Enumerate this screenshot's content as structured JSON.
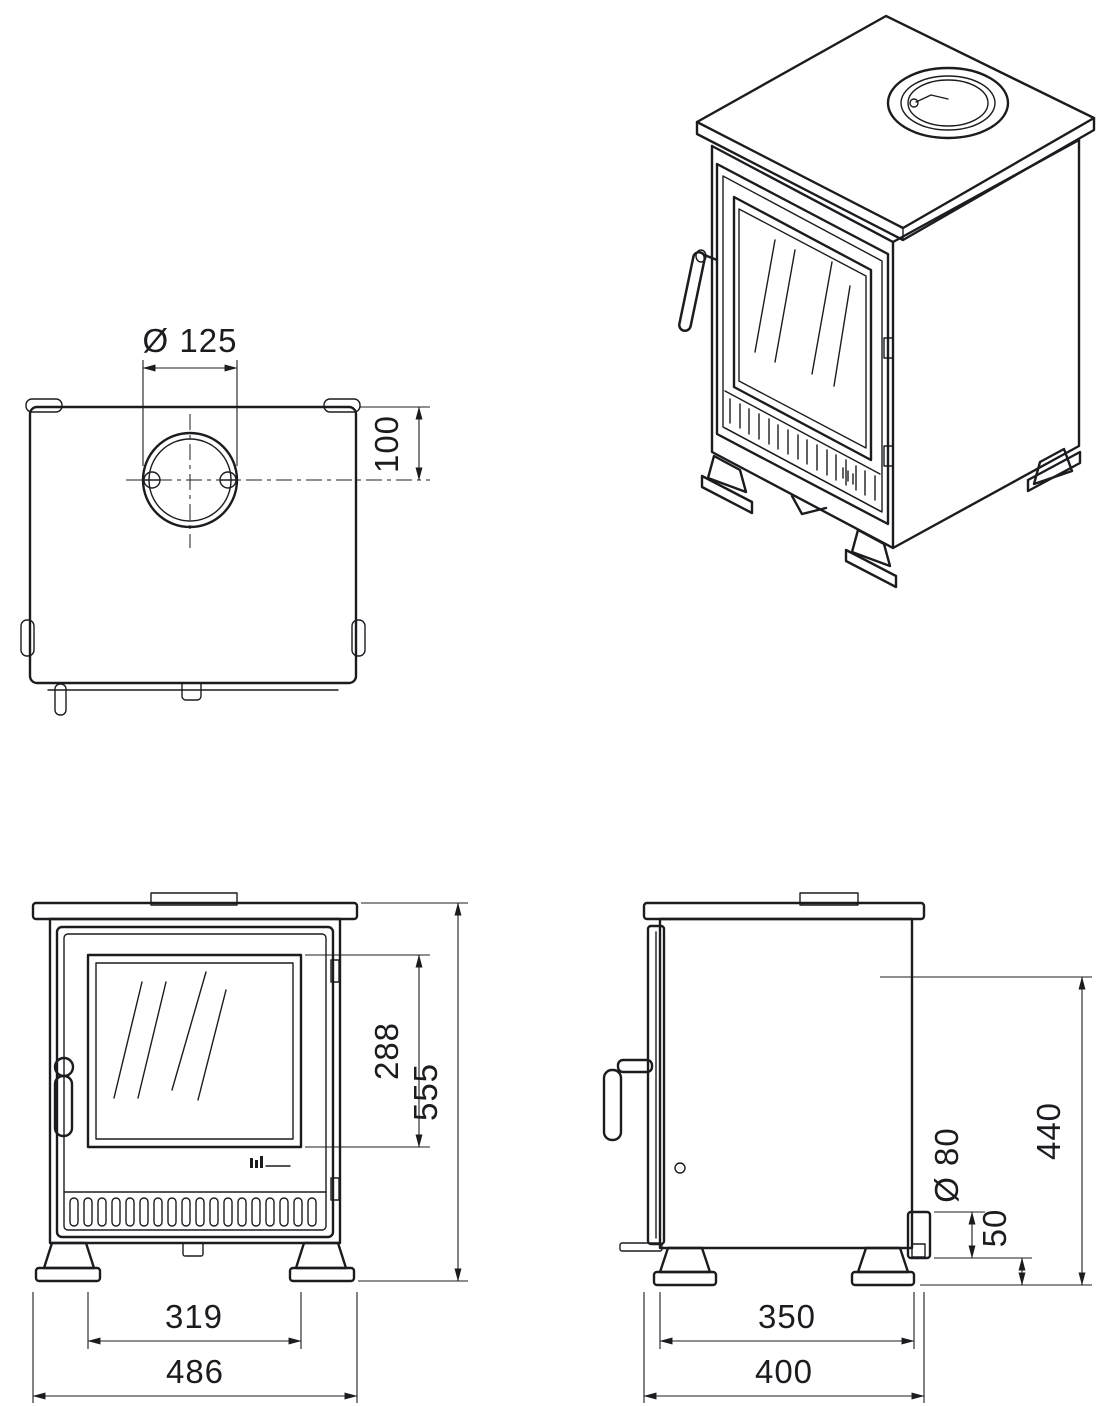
{
  "dims": {
    "top": {
      "flue_diameter": "Ø 125",
      "flue_centre_offset": "100"
    },
    "front": {
      "glass_height": "288",
      "overall_height": "555",
      "glass_width": "319",
      "overall_width": "486"
    },
    "side": {
      "rear_outlet_diameter": "Ø 80",
      "outlet_to_base": "50",
      "rear_outlet_height": "440",
      "base_depth": "350",
      "overall_depth": "400"
    }
  }
}
